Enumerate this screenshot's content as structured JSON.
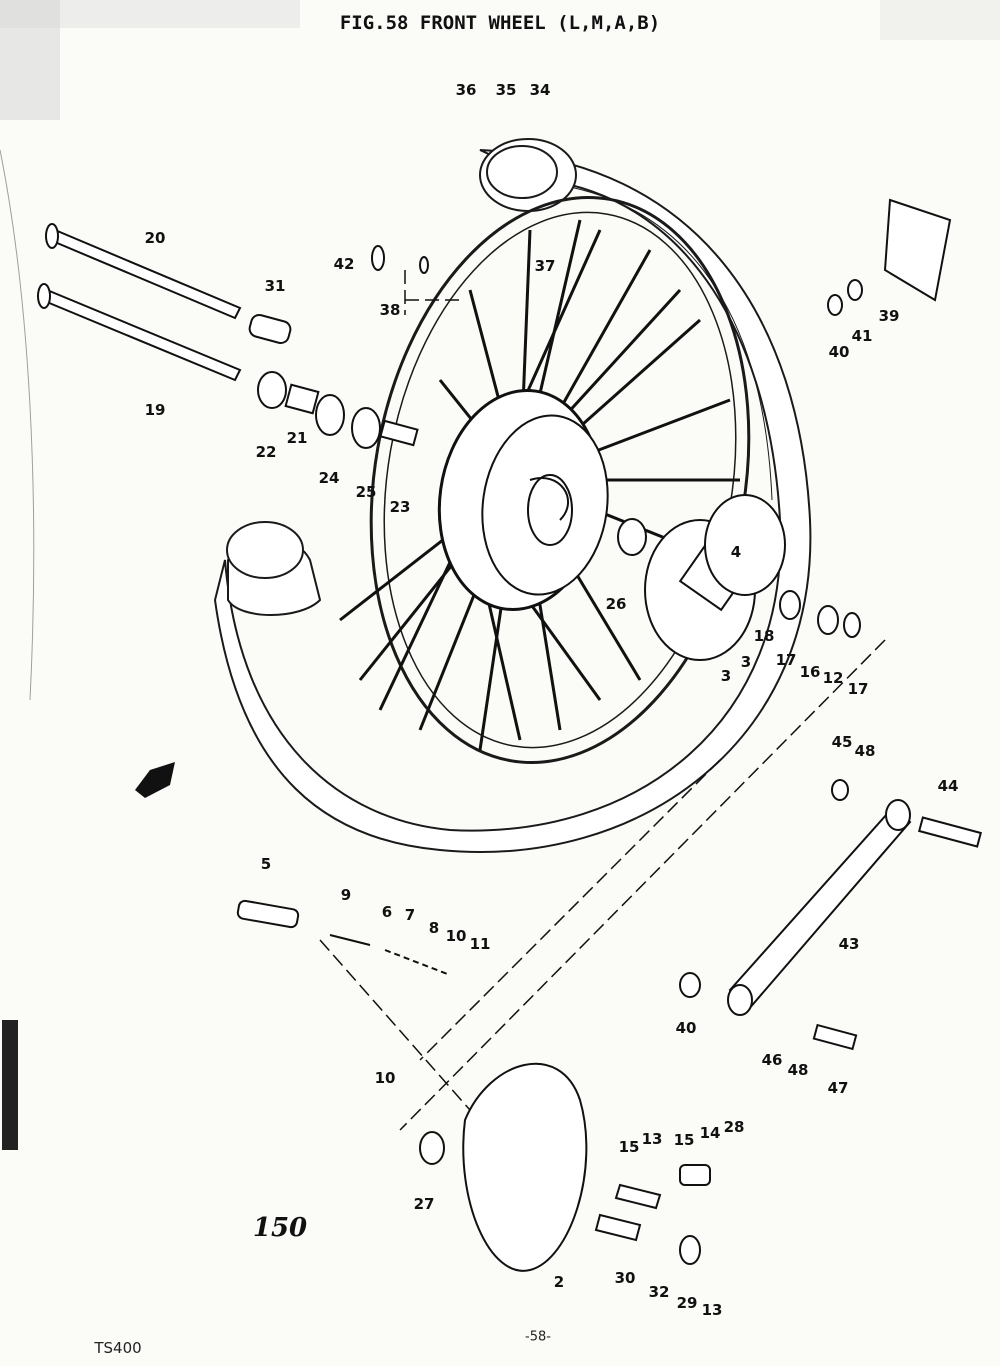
{
  "header": {
    "title": "FIG.58  FRONT WHEEL (L,M,A,B)"
  },
  "footer": {
    "model": "TS400",
    "sheet": "-58-",
    "page_number": "150"
  },
  "part_labels": [
    "36",
    "35",
    "34",
    "37",
    "20",
    "31",
    "19",
    "22",
    "21",
    "24",
    "25",
    "23",
    "42",
    "38",
    "39",
    "40",
    "41",
    "26",
    "4",
    "18",
    "3",
    "17",
    "16",
    "12",
    "17",
    "3",
    "45",
    "48",
    "44",
    "43",
    "40",
    "46",
    "48",
    "47",
    "5",
    "9",
    "6",
    "7",
    "8",
    "10",
    "11",
    "10",
    "27",
    "2",
    "15",
    "13",
    "15",
    "14",
    "28",
    "30",
    "32",
    "29",
    "13"
  ],
  "colors": {
    "ink": "#1a1a1a",
    "paper": "#fbfbf8"
  }
}
